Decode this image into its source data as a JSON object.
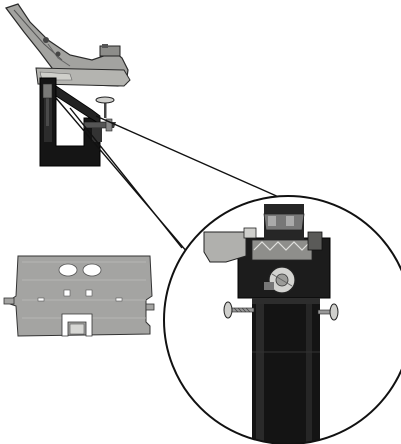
{
  "image": {
    "kind": "product-illustration",
    "description_items": [
      "stapler-with-stand",
      "mounting-plate",
      "magnified-detail-view"
    ],
    "palette": {
      "background": "#ffffff",
      "metal": "#9a9a98",
      "metal_light": "#c8c8c4",
      "dark_frame": "#1a1a1a",
      "outline": "#111111"
    }
  }
}
